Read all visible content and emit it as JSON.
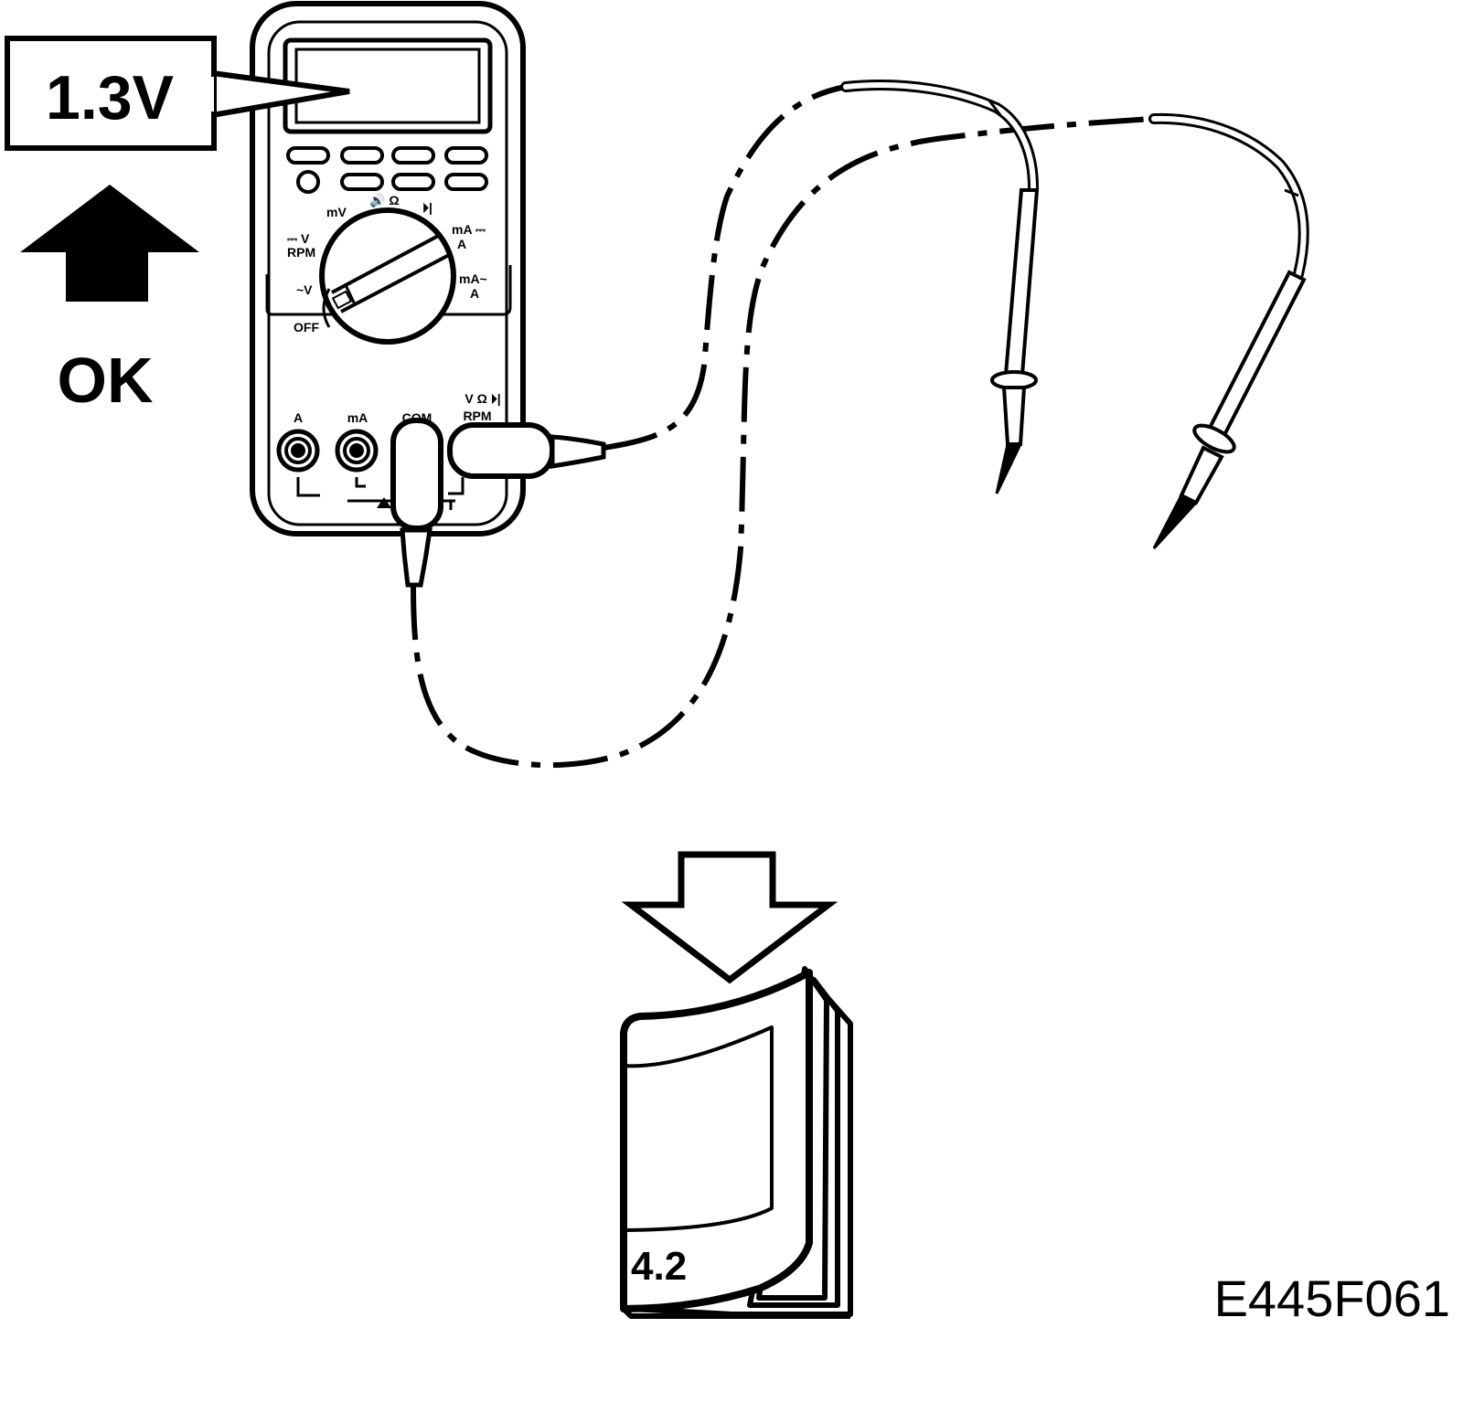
{
  "reading": {
    "value": "1.3V",
    "status": "OK"
  },
  "meter": {
    "dial_labels": {
      "dc_v": "⎓ V",
      "rpm": "RPM",
      "mv": "mV",
      "ohm": "🔊 Ω",
      "diode": "⏵|",
      "ma_dc": "mA ⎓",
      "a_dc": "A",
      "ac_v": "~V",
      "off": "OFF",
      "ma_ac": "mA~",
      "a_ac": "A"
    },
    "jacks": {
      "a": "A",
      "ma": "mA",
      "com": "COM",
      "v_ohm": "V Ω ⏵|",
      "rpm": "RPM"
    }
  },
  "manual_ref": "4.2",
  "figure_code": "E445F061",
  "colors": {
    "ink": "#000000",
    "paper": "#ffffff"
  }
}
